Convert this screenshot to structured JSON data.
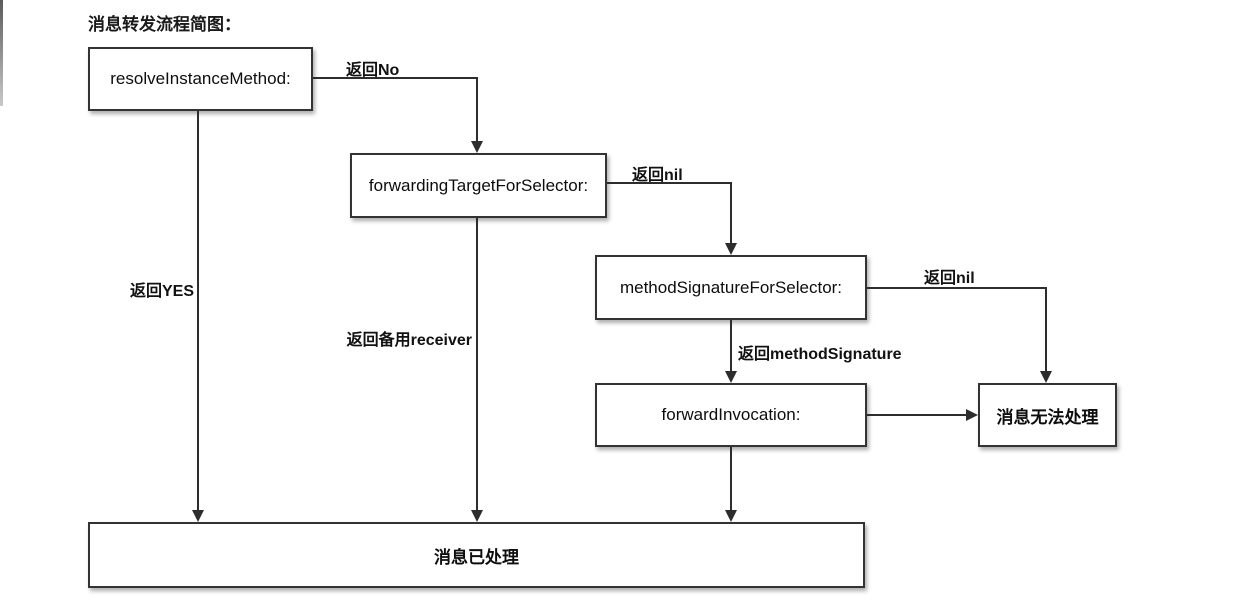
{
  "title": "消息转发流程简图：",
  "nodes": {
    "resolve": {
      "label": "resolveInstanceMethod:"
    },
    "forwarding_target": {
      "label": "forwardingTargetForSelector:"
    },
    "method_signature": {
      "label": "methodSignatureForSelector:"
    },
    "forward_invocation": {
      "label": "forwardInvocation:"
    },
    "unhandled": {
      "label": "消息无法处理"
    },
    "handled": {
      "label": "消息已处理"
    }
  },
  "edge_labels": {
    "return_no": "返回No",
    "return_yes": "返回YES",
    "return_nil_to_signature": "返回nil",
    "return_nil_to_unhandled": "返回nil",
    "return_backup_receiver": "返回备用receiver",
    "return_method_signature": "返回methodSignature"
  },
  "colors": {
    "background": "#ffffff",
    "box_fill": "#ffffff",
    "box_border": "#333333",
    "line": "#2d2d2d",
    "text": "#111111"
  }
}
